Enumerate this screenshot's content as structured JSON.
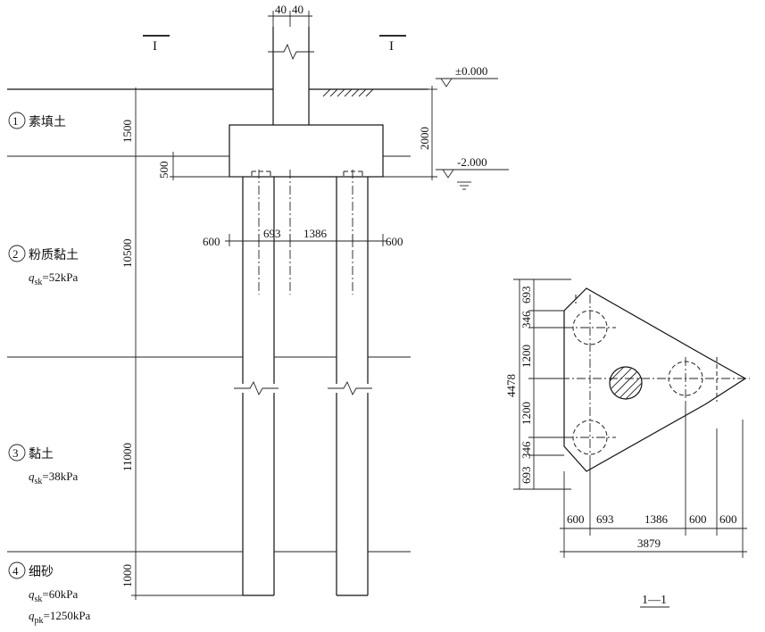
{
  "section_marks": {
    "left": "Ι",
    "right": "Ι"
  },
  "column_widths": [
    "40",
    "40"
  ],
  "elevations": {
    "ground": "±0.000",
    "cap_bottom": "-2.000"
  },
  "layers": [
    {
      "num": "1",
      "name": "素填土",
      "param1_label": "",
      "param1_value": "",
      "param2_label": "",
      "param2_value": ""
    },
    {
      "num": "2",
      "name": "粉质黏土",
      "param1_label": "q",
      "param1_sub": "sk",
      "param1_value": "=52kPa"
    },
    {
      "num": "3",
      "name": "黏土",
      "param1_label": "q",
      "param1_sub": "sk",
      "param1_value": "=38kPa"
    },
    {
      "num": "4",
      "name": "细砂",
      "param1_label": "q",
      "param1_sub": "sk",
      "param1_value": "=60kPa",
      "param2_label": "q",
      "param2_sub": "pk",
      "param2_value": "=1250kPa"
    }
  ],
  "layer_thicknesses": [
    "1500",
    "10500",
    "11000",
    "1000"
  ],
  "cap_dims": {
    "depth": "2000",
    "embed": "500"
  },
  "elevation_dims": [
    "600",
    "693",
    "1386",
    "600"
  ],
  "plan": {
    "left_dims": [
      "693",
      "346",
      "1200",
      "1200",
      "346",
      "693"
    ],
    "total_height": "4478",
    "bottom_dims": [
      "600",
      "693",
      "1386",
      "600",
      "600"
    ],
    "total_width": "3879",
    "section_label": "1—1"
  }
}
